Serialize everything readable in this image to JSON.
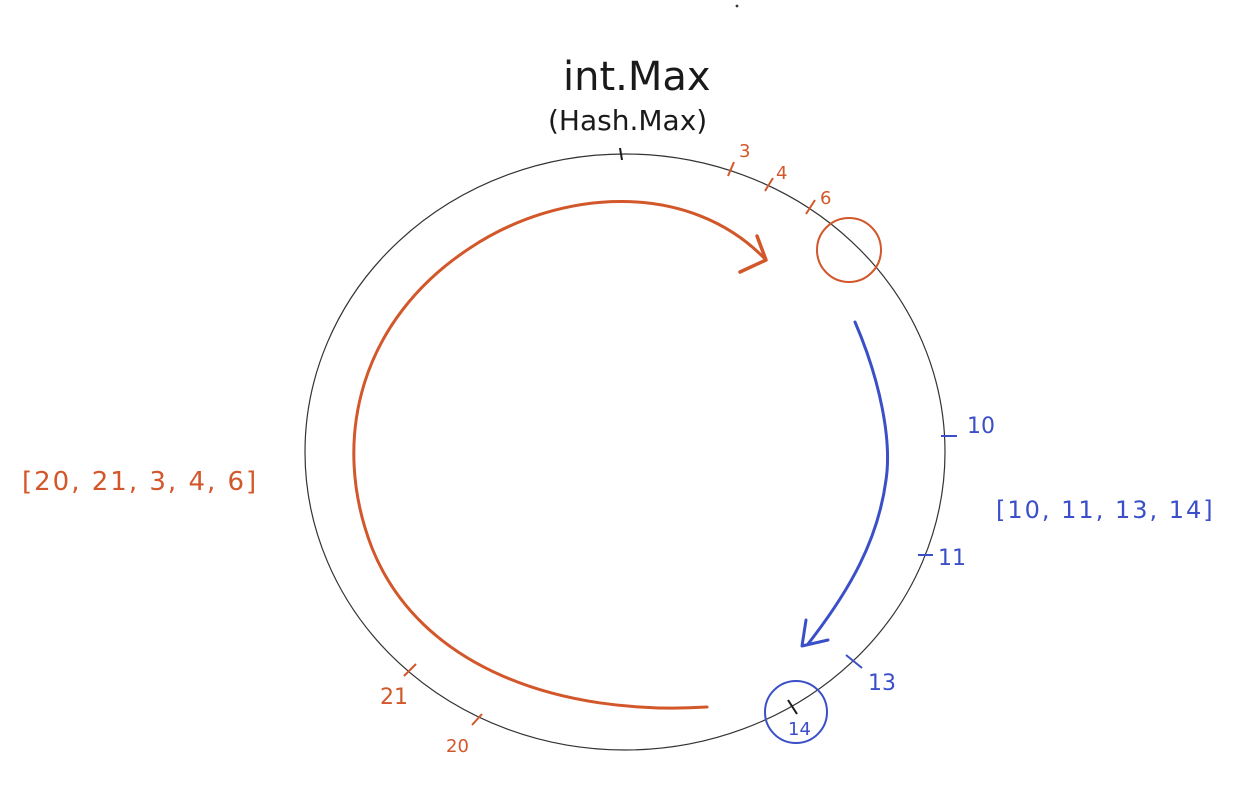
{
  "diagram": {
    "title": "int.Max",
    "subtitle": "(Hash.Max)",
    "colors": {
      "ring": "#333333",
      "orange": "#d2572a",
      "blue": "#3a4fc8",
      "ink": "#1a1a1a"
    },
    "orange_ticks": [
      "3",
      "4",
      "6",
      "21",
      "20"
    ],
    "blue_ticks": [
      "10",
      "11",
      "13",
      "14"
    ],
    "orange_group": "[20, 21, 3, 4, 6]",
    "blue_group": "[10, 11, 13, 14]"
  }
}
